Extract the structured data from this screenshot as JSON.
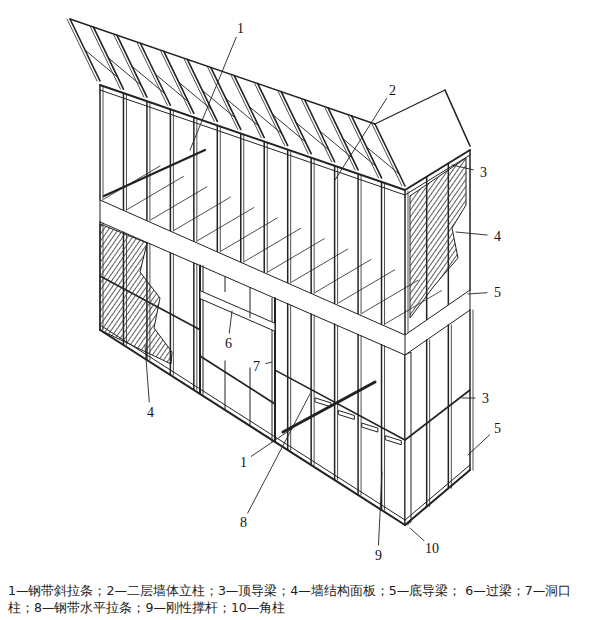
{
  "diagram": {
    "caption": "1—钢带斜拉条；2—二层墙体立柱；3—顶导梁；4—墙结构面板；5—底导梁； 6—过梁；7—洞口柱；8—钢带水平拉条；9—刚性撑杆；10—角柱",
    "labels": [
      "1",
      "2",
      "3",
      "4",
      "5",
      "6",
      "7",
      "4",
      "3",
      "5",
      "1",
      "8",
      "9",
      "10"
    ]
  }
}
